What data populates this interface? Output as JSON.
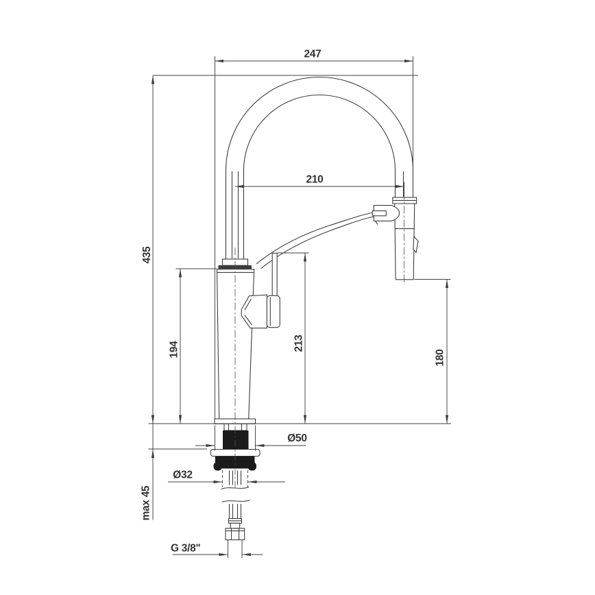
{
  "drawing": {
    "type": "faucet-installation-dimension-drawing",
    "units": "mm"
  },
  "colors": {
    "line": "#3c3c3c",
    "dim": "#3f3f3f",
    "blk": "#1b1b1b",
    "bg": "#ffffff",
    "text": "#333333"
  },
  "dims": {
    "total_width": "247",
    "head_offset": "210",
    "total_height": "435",
    "body_height": "194",
    "handle_height": "213",
    "head_clearance": "180",
    "base_diameter": "Ø50",
    "hole_diameter": "Ø32",
    "max_counter_thickness": "max 45",
    "thread": "G 3/8\""
  }
}
